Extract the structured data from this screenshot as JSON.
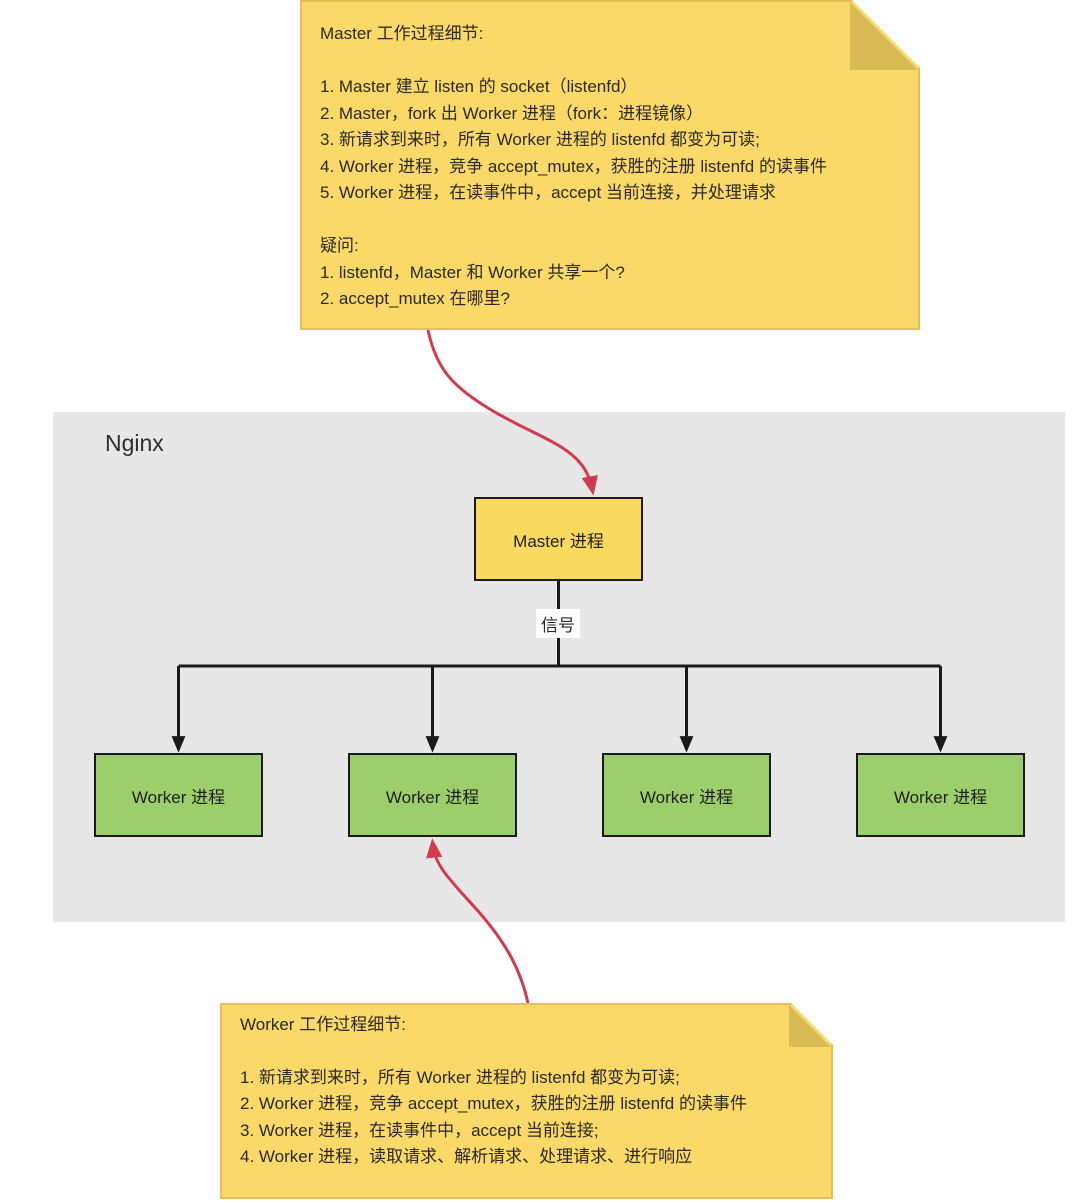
{
  "notes": {
    "master": {
      "lines": [
        "Master 工作过程细节:",
        "",
        "1. Master 建立 listen 的 socket（listenfd）",
        "2. Master，fork 出 Worker 进程（fork：进程镜像）",
        "3. 新请求到来时，所有 Worker 进程的 listenfd 都变为可读;",
        "4. Worker 进程，竞争 accept_mutex，获胜的注册 listenfd 的读事件",
        "5. Worker 进程，在读事件中，accept 当前连接，并处理请求",
        "",
        "疑问:",
        "1. listenfd，Master 和 Worker 共享一个?",
        "2. accept_mutex 在哪里?"
      ]
    },
    "worker": {
      "lines": [
        "Worker 工作过程细节:",
        "",
        "1. 新请求到来时，所有 Worker 进程的 listenfd 都变为可读;",
        "2. Worker 进程，竞争 accept_mutex，获胜的注册 listenfd 的读事件",
        "3. Worker 进程，在读事件中，accept 当前连接;",
        "4. Worker 进程，读取请求、解析请求、处理请求、进行响应"
      ]
    }
  },
  "diagram": {
    "group_label": "Nginx",
    "master_box_label": "Master 进程",
    "signal_label": "信号",
    "worker_boxes": [
      {
        "label": "Worker 进程"
      },
      {
        "label": "Worker 进程"
      },
      {
        "label": "Worker 进程"
      },
      {
        "label": "Worker 进程"
      }
    ]
  },
  "colors": {
    "note_fill": "#FAD968",
    "note_fold": "#D9BC55",
    "note_border": "#E3BF55",
    "master_fill": "#FAD95F",
    "worker_fill": "#9CCF6B",
    "group_background": "#E7E7E7",
    "connector_black": "#1A1A1A",
    "annotation_red": "#D23B4D"
  }
}
